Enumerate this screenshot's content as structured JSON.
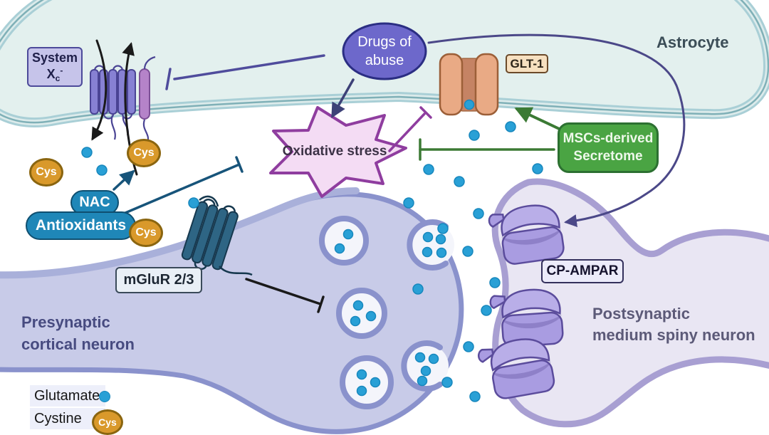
{
  "diagram": {
    "astrocyte_label": "Astrocyte",
    "presynaptic_label": {
      "line1": "Presynaptic",
      "line2": "cortical neuron"
    },
    "postsynaptic_label": {
      "line1": "Postsynaptic",
      "line2": "medium spiny neuron"
    },
    "system_xc": {
      "line1": "System",
      "symbol": "X",
      "subscript": "c",
      "superscript": "-"
    },
    "drugs_of_abuse": {
      "line1": "Drugs of",
      "line2": "abuse"
    },
    "glt1": "GLT-1",
    "oxidative_stress": "Oxidative stress",
    "mscs_secretome": {
      "line1": "MSCs-derived",
      "line2": "Secretome"
    },
    "nac": "NAC",
    "antioxidants": "Antioxidants",
    "mglur": "mGluR 2/3",
    "cp_ampar": "CP-AMPAR",
    "cys": "Cys"
  },
  "legend": {
    "glutamate": "Glutamate",
    "cystine": "Cystine",
    "cys_symbol": "Cys"
  },
  "colors": {
    "background": "#ffffff",
    "astrocyte_fill": "#e3f0ee",
    "astrocyte_membrane_outer": "#a9cfd6",
    "astrocyte_membrane_band": "#dcebeb",
    "astrocyte_membrane_inner": "#7fb0b7",
    "presynaptic_fill": "#c8cbe8",
    "presynaptic_outline": "#8a92cc",
    "presynaptic_outline_light": "#a9b0da",
    "postsynaptic_fill": "#e9e6f3",
    "postsynaptic_outline": "#a89fd2",
    "vesicle_ring": "#8a92cc",
    "vesicle_fill": "#f4f5fb",
    "glutamate": "#29a0d6",
    "glutamate_edge": "#1787bd",
    "cys_fill": "#d9992b",
    "cys_border": "#8a650f",
    "drugs_fill": "#6d68cb",
    "drugs_border": "#2b2e83",
    "systemxc_box_fill": "#c6c4ea",
    "systemxc_box_border": "#4c4a9a",
    "transporter_fill": "#8781d3",
    "transporter_border": "#4a4494",
    "transporter_accessory": "#b583c9",
    "transporter_accessory_border": "#7c4f96",
    "glt1_fill": "#e9aa85",
    "glt1_border": "#9c5f38",
    "glt1_channel": "#c58364",
    "glt1_box_fill": "#f7e0c0",
    "glt1_box_border": "#6b4a2a",
    "starburst_fill": "#f4dcf4",
    "starburst_border": "#8f3d9f",
    "mscs_fill": "#4aa443",
    "mscs_border": "#2c7031",
    "nac_fill": "#1f87b8",
    "nac_border": "#0f4f70",
    "teal_arrow": "#17547a",
    "green_arrow": "#3b7a34",
    "navy_arrow": "#3d4177",
    "purple_inhibit": "#4f4c9c",
    "purple_curve": "#4b4888",
    "black_line": "#1a1a1a",
    "mglur_fill": "#2e6584",
    "mglur_border": "#16384e",
    "mglur_box_fill": "#e9eff6",
    "mglur_box_border": "#3a4a5a",
    "ampar_fill": "#a99ce1",
    "ampar_fill_light": "#b9aee8",
    "ampar_border": "#5b4c9c",
    "ampar_box_fill": "#ecebfa",
    "ampar_box_border": "#34305c",
    "astrocyte_text": "#3b4d57",
    "presynaptic_text": "#474b80",
    "postsynaptic_text": "#5c5a78",
    "legend_bg": "#edeffa"
  }
}
